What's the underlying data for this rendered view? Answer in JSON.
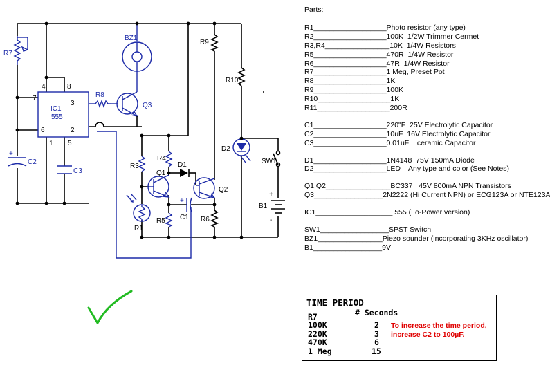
{
  "schematic": {
    "ic_name": "IC1",
    "ic_part": "555",
    "pins": {
      "p1": "1",
      "p2": "2",
      "p3": "3",
      "p4": "4",
      "p5": "5",
      "p6": "6",
      "p7": "7",
      "p8": "8"
    },
    "labels": {
      "r7": "R7",
      "bz1": "BZ1",
      "r8": "R8",
      "q3": "Q3",
      "c2": "C2",
      "c3": "C3",
      "r9": "R9",
      "r10": "R10",
      "r4": "R4",
      "d1": "D1",
      "r3": "R3",
      "q1": "Q1",
      "q2": "Q2",
      "r5": "R5",
      "c1": "C1",
      "r6": "R6",
      "r1": "R1",
      "d2": "D2",
      "sw1": "SW1",
      "b1": "B1"
    },
    "signs": {
      "plus": "+",
      "minus": "-"
    }
  },
  "parts": {
    "heading": "Parts:",
    "groups": [
      [
        "R1__________________Photo resistor (any type)",
        "R2__________________100K  1/2W Trimmer Cermet",
        "R3,R4________________10K  1/4W Resistors",
        "R5__________________470R  1/4W Resistor",
        "R6__________________47R  1/4W Resistor",
        "R7__________________1 Meg, Preset Pot",
        "R8__________________1K",
        "R9__________________100K",
        "R10__________________1K",
        "R11__________________200R"
      ],
      [
        "C1__________________220\"F  25V Electrolytic Capacitor",
        "C2__________________10uF  16V Electrolytic Capacitor",
        "C3__________________0.01uF    ceramic Capacitor"
      ],
      [
        "D1__________________1N4148  75V 150mA Diode",
        "D2__________________LED    Any type and color (See Notes)"
      ],
      [
        "Q1,Q2________________BC337   45V 800mA NPN Transistors",
        "Q3_________________2N2222 (Hi Current NPN) or ECG123A or NTE123A"
      ],
      [
        "IC1___________________ 555 (Lo-Power version)"
      ],
      [
        "SW1_________________SPST Switch",
        "BZ1________________Piezo sounder (incorporating 3KHz oscillator)",
        "B1_________________9V"
      ]
    ]
  },
  "time_period": {
    "title": "TIME PERIOD",
    "col1": "R7",
    "col2": "# Seconds",
    "rows": [
      {
        "r": "100K",
        "s": "2"
      },
      {
        "r": "220K",
        "s": "3"
      },
      {
        "r": "470K",
        "s": "6"
      },
      {
        "r": "1 Meg",
        "s": "15"
      }
    ],
    "note": "To increase the time period, increase C2 to 100µF."
  },
  "colors": {
    "component_blue": "#1c2aa8",
    "note_red": "#e00000",
    "check_green": "#22bb22"
  }
}
